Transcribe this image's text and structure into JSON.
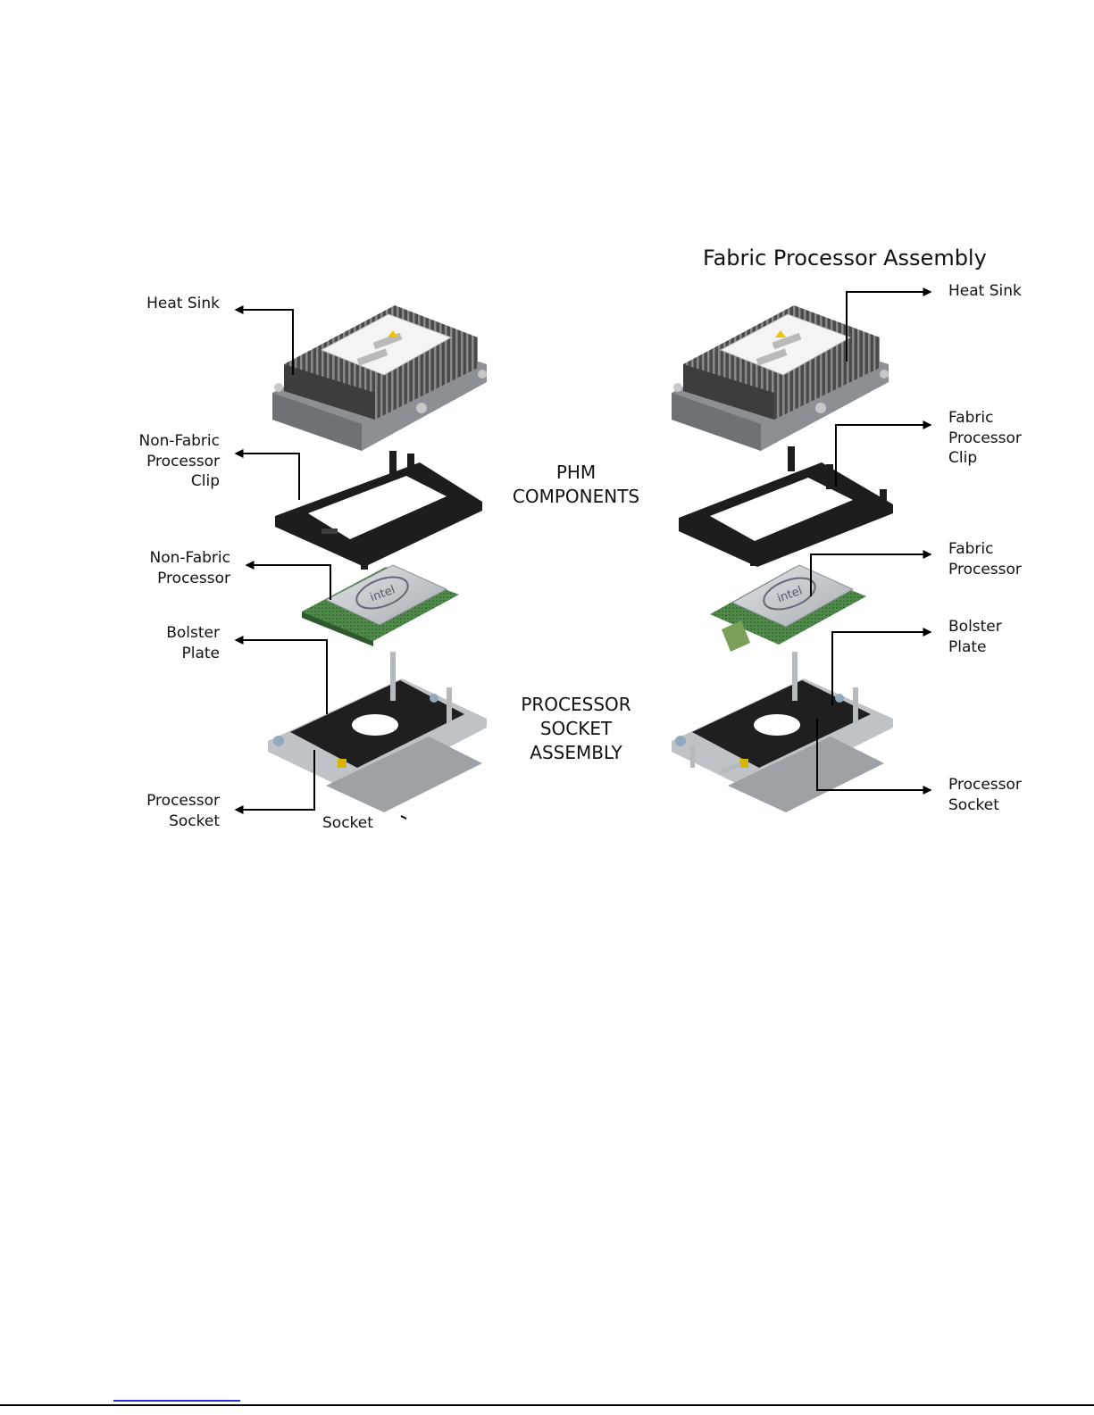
{
  "figure": {
    "right_title": "Fabric Processor Assembly",
    "center": {
      "phm": "PHM\nCOMPONENTS",
      "socket_assembly": "PROCESSOR\nSOCKET\nASSEMBLY"
    },
    "left_labels": {
      "heat_sink": "Heat Sink",
      "clip": "Non-Fabric\nProcessor\nClip",
      "processor": "Non-Fabric\nProcessor",
      "bolster": "Bolster\nPlate",
      "socket": "Processor\nSocket",
      "stray_socket": "Socket"
    },
    "right_labels": {
      "heat_sink": "Heat Sink",
      "clip": "Fabric\nProcessor\nClip",
      "processor": "Fabric\nProcessor",
      "bolster": "Bolster\nPlate",
      "socket": "Processor\nSocket"
    },
    "cpu_brand": "intel"
  }
}
